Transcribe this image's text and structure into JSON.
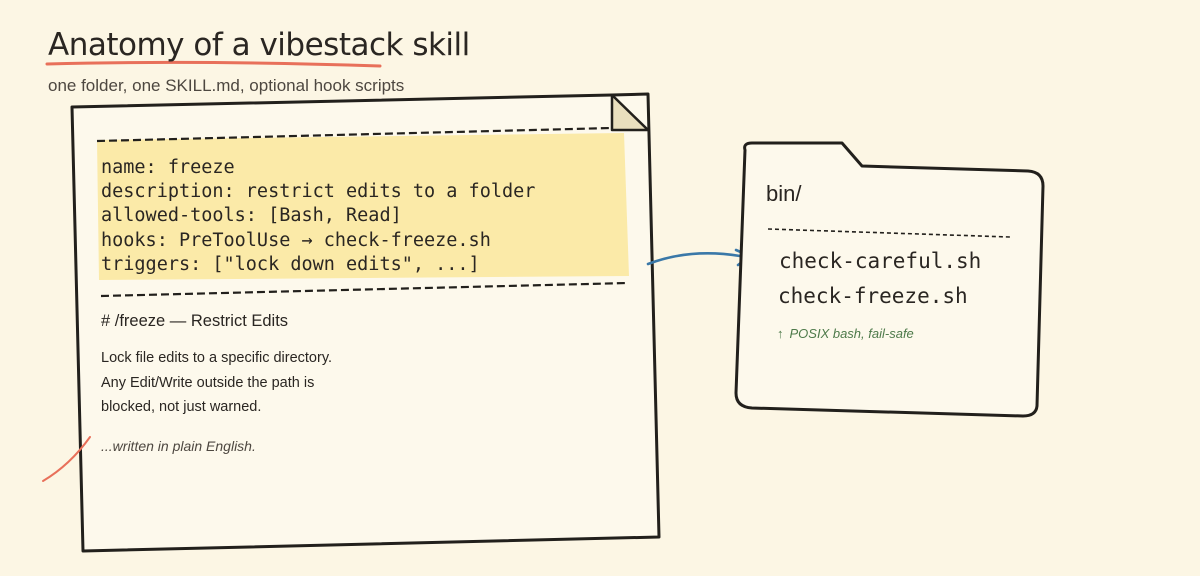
{
  "title": "Anatomy of a vibestack skill",
  "subtitle": "one folder, one SKILL.md, optional hook scripts",
  "skill_file": {
    "frontmatter": [
      "name: freeze",
      "description: restrict edits to a folder",
      "allowed-tools: [Bash, Read]",
      "hooks: PreToolUse → check-freeze.sh",
      "triggers: [\"lock down edits\", ...]"
    ],
    "heading": "# /freeze — Restrict Edits",
    "body_lines": [
      "Lock file edits to a specific directory.",
      "Any Edit/Write outside the path is",
      "blocked, not just warned."
    ],
    "note": "...written in plain English."
  },
  "bin_folder": {
    "label": "bin/",
    "files": [
      "check-careful.sh",
      "check-freeze.sh"
    ],
    "note": "POSIX bash, fail-safe",
    "note_icon": "up-arrow-icon"
  },
  "colors": {
    "background": "#fcf6e4",
    "highlight": "#fbeaa8",
    "accent_red": "#e8705a",
    "arrow_blue": "#3a78a8",
    "note_green": "#4e7a4a"
  }
}
